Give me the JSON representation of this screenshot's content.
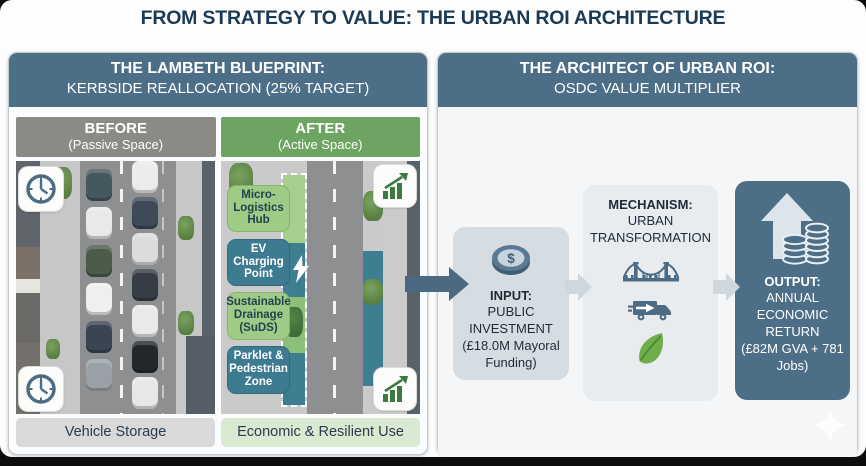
{
  "title": "FROM STRATEGY TO VALUE: THE URBAN ROI ARCHITECTURE",
  "left_panel": {
    "header_line1": "THE LAMBETH BLUEPRINT:",
    "header_line2": "KERBSIDE REALLOCATION (25% TARGET)",
    "before": {
      "heading": "BEFORE",
      "subheading": "(Passive Space)",
      "caption": "Vehicle Storage"
    },
    "after": {
      "heading": "AFTER",
      "subheading": "(Active Space)",
      "caption": "Economic & Resilient Use",
      "callouts": [
        {
          "label": "Micro-Logistics Hub"
        },
        {
          "label": "EV Charging Point"
        },
        {
          "label": "Sustainable Drainage (SuDS)"
        },
        {
          "label": "Parklet & Pedestrian Zone"
        }
      ]
    }
  },
  "right_panel": {
    "header_line1": "THE ARCHITECT OF URBAN ROI:",
    "header_line2": "OSDC VALUE MULTIPLIER",
    "input": {
      "heading": "INPUT:",
      "line1": "PUBLIC INVESTMENT",
      "line2": "(£18.0M Mayoral Funding)"
    },
    "mechanism": {
      "heading": "MECHANISM:",
      "line1": "URBAN TRANSFORMATION"
    },
    "output": {
      "heading": "OUTPUT:",
      "line1": "ANNUAL ECONOMIC RETURN",
      "line2": "(£82M GVA + 781 Jobs)"
    }
  },
  "icons": {
    "clock": "clock face",
    "growth_chart": "rising bar chart with arrow",
    "lightning": "⚡",
    "coin": "$ coin",
    "bridge": "suspension bridge",
    "truck": "delivery truck with arrow",
    "leaf": "green leaf",
    "up_arrow_coins": "up arrow with coin stacks",
    "sparkle": "✦"
  },
  "colors": {
    "title_text": "#1c3a54",
    "slate_header": "#4d6e87",
    "before_gray": "#8a8a86",
    "after_green": "#6da462",
    "before_caption_bg": "#d9d9d9",
    "after_caption_bg": "#d9e9d2",
    "callout_green": "#9ecb85",
    "callout_teal": "#3d7b90",
    "output_box": "#4d6e87",
    "leaf_green": "#6fae49",
    "growth_icon_green": "#3c7a42"
  }
}
